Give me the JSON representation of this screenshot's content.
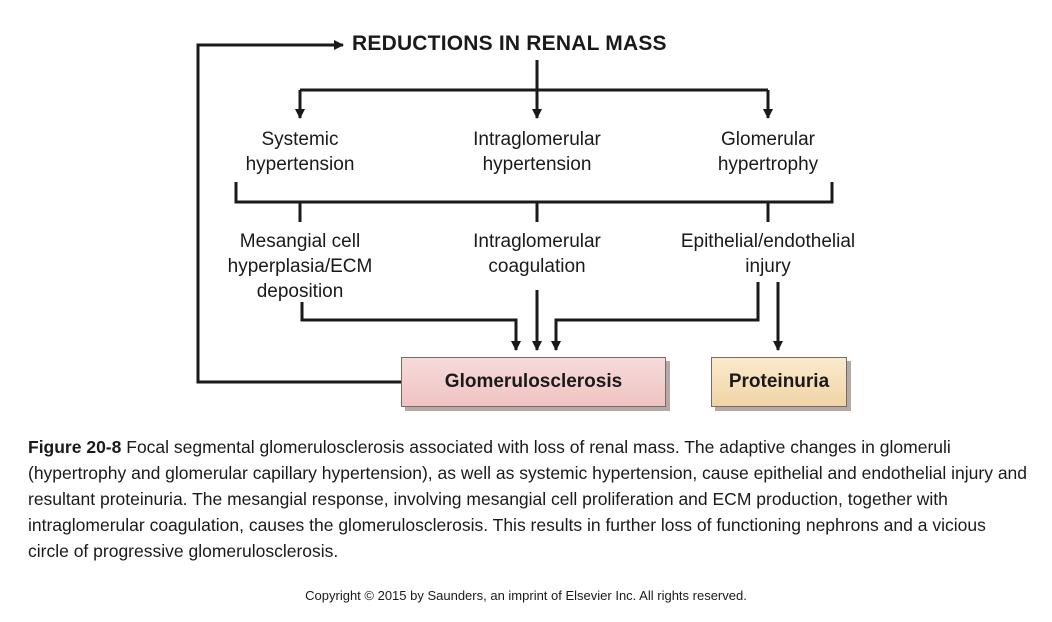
{
  "diagram": {
    "title": "REDUCTIONS IN RENAL MASS",
    "level1": [
      {
        "line1": "Systemic",
        "line2": "hypertension"
      },
      {
        "line1": "Intraglomerular",
        "line2": "hypertension"
      },
      {
        "line1": "Glomerular",
        "line2": "hypertrophy"
      }
    ],
    "level2": [
      {
        "line1": "Mesangial cell",
        "line2": "hyperplasia/ECM",
        "line3": "deposition"
      },
      {
        "line1": "Intraglomerular",
        "line2": "coagulation"
      },
      {
        "line1": "Epithelial/endothelial",
        "line2": "injury"
      }
    ],
    "outcomes": {
      "glomerulosclerosis": "Glomerulosclerosis",
      "proteinuria": "Proteinuria"
    },
    "colors": {
      "glomerulosclerosis_box": "#f3cfcf",
      "proteinuria_box": "#f6ddb6",
      "lines": "#1a1a1a"
    }
  },
  "caption": {
    "figure_label": "Figure 20-8",
    "text": "Focal segmental glomerulosclerosis associated with loss of renal mass. The adaptive changes in glomeruli (hypertrophy and glomerular capillary hypertension), as well as systemic hypertension, cause epithelial and endothelial injury and resultant proteinuria. The mesangial response, involving mesangial cell proliferation and ECM production, together with intraglomerular coagulation, causes the glomerulosclerosis. This results in further loss of functioning nephrons and a vicious circle of progressive glomerulosclerosis."
  },
  "copyright": "Copyright © 2015 by Saunders, an imprint of Elsevier Inc. All rights reserved."
}
